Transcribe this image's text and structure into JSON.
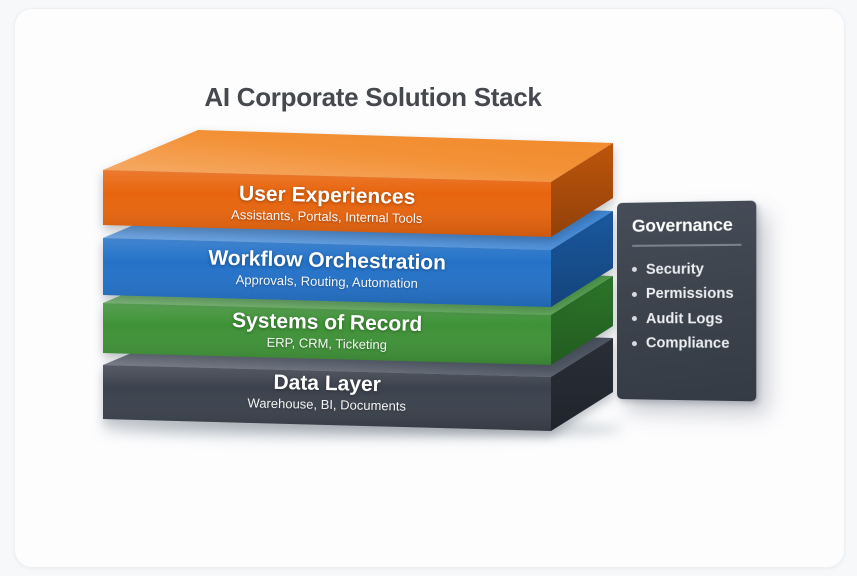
{
  "title": "AI Corporate Solution Stack",
  "stack": {
    "layers": [
      {
        "name": "User Experiences",
        "subtitle": "Assistants, Portals, Internal Tools",
        "colors": {
          "top": "#F28A2A",
          "front": "#E8650E",
          "side": "#C5580C"
        }
      },
      {
        "name": "Workflow Orchestration",
        "subtitle": "Approvals, Routing, Automation",
        "colors": {
          "top": "#3E86D6",
          "front": "#2472C8",
          "side": "#1B5CA6"
        }
      },
      {
        "name": "Systems of Record",
        "subtitle": "ERP, CRM, Ticketing",
        "colors": {
          "top": "#52A348",
          "front": "#3F9238",
          "side": "#2E7B2B"
        }
      },
      {
        "name": "Data Layer",
        "subtitle": "Warehouse, BI, Documents",
        "colors": {
          "top": "#4A515E",
          "front": "#3C424D",
          "side": "#2B303A"
        }
      }
    ]
  },
  "governance": {
    "title": "Governance",
    "items": [
      "Security",
      "Permissions",
      "Audit Logs",
      "Compliance"
    ],
    "panel_color": "#3F454F",
    "text_color": "#ECEEF1"
  }
}
